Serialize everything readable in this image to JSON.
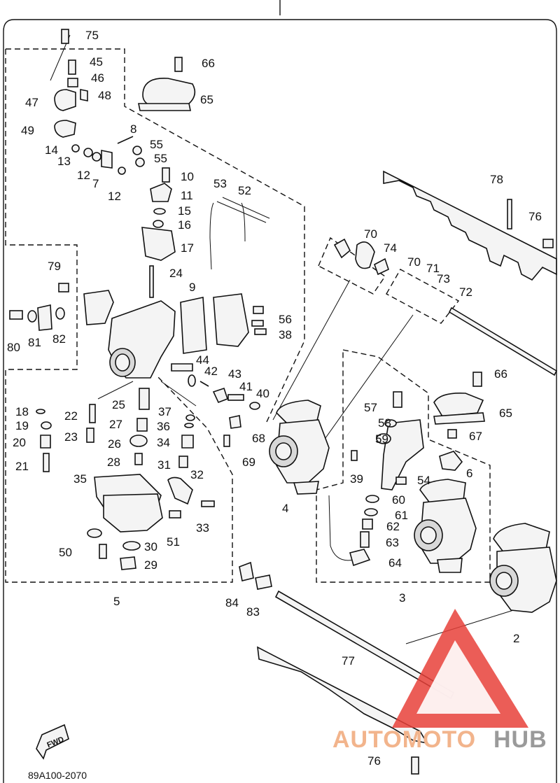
{
  "diagram": {
    "doc_number": "89A100-2070",
    "fwd_label": "FWD",
    "watermark": {
      "part1": "AUTOMOTO",
      "part2": "HUB",
      "triangle_color": "#e8413a",
      "text_color_1": "#f2b48c",
      "text_color_2": "#9a9a9a"
    },
    "callouts": [
      "75",
      "45",
      "46",
      "47",
      "48",
      "66",
      "65",
      "49",
      "8",
      "55",
      "14",
      "13",
      "12",
      "7",
      "55",
      "12",
      "10",
      "11",
      "15",
      "16",
      "17",
      "53",
      "52",
      "78",
      "76",
      "70",
      "74",
      "70",
      "71",
      "73",
      "72",
      "79",
      "24",
      "9",
      "56",
      "38",
      "80",
      "81",
      "82",
      "44",
      "42",
      "43",
      "41",
      "40",
      "66",
      "18",
      "22",
      "25",
      "37",
      "57",
      "65",
      "19",
      "27",
      "36",
      "58",
      "67",
      "20",
      "23",
      "26",
      "34",
      "68",
      "59",
      "6",
      "21",
      "28",
      "31",
      "69",
      "39",
      "54",
      "35",
      "32",
      "4",
      "60",
      "33",
      "61",
      "62",
      "63",
      "50",
      "30",
      "51",
      "29",
      "64",
      "5",
      "84",
      "83",
      "3",
      "2",
      "77",
      "76"
    ]
  }
}
